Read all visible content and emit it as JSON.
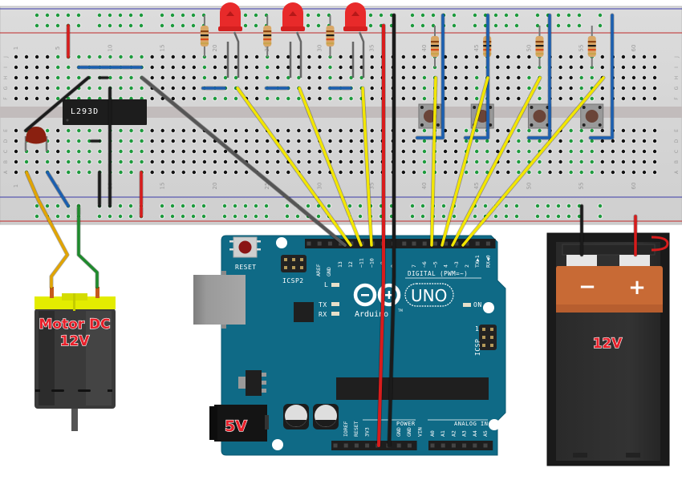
{
  "diagram": {
    "title": "Arduino UNO + L293D DC motor control with LEDs and pushbuttons",
    "colors": {
      "board_blue": "#0f6a86",
      "wire_yellow": "#f2e600",
      "wire_red": "#d81c1c",
      "wire_black": "#1b1b1b",
      "wire_blue": "#1b5fb0",
      "wire_green": "#1e8a2c",
      "wire_orange": "#e1a400",
      "led_red": "#e82a2a",
      "breadboard": "#d9d9d9"
    }
  },
  "breadboard": {
    "column_labels": [
      "1",
      "5",
      "10",
      "15",
      "20",
      "25",
      "30",
      "35",
      "40",
      "45",
      "50",
      "55",
      "60"
    ],
    "row_labels_top": [
      "J",
      "I",
      "H",
      "G",
      "F"
    ],
    "row_labels_bottom": [
      "E",
      "D",
      "C",
      "B",
      "A"
    ],
    "chip": {
      "label": "L293D"
    },
    "leds_count": 3,
    "pushbuttons_count": 4,
    "resistors_count": 7,
    "capacitor": "ceramic"
  },
  "arduino": {
    "model_badge": "UNO",
    "brand": "Arduino",
    "trademark": "TM",
    "reset_label": "RESET",
    "icsp2_label": "ICSP2",
    "icsp_label": "ICSP",
    "icsp_pin1_label": "1",
    "led_L_label": "L",
    "led_TX_label": "TX",
    "led_RX_label": "RX",
    "led_ON_label": "ON",
    "digital_header_label": "DIGITAL (PWM=~)",
    "power_header_label": "POWER",
    "analog_header_label": "ANALOG IN",
    "aref_label": "AREF",
    "gnd_label": "GND",
    "digital_pins_left": [
      "13",
      "12",
      "~11",
      "~10",
      "~9",
      "8"
    ],
    "digital_pins_right": [
      "7",
      "~6",
      "~5",
      "4",
      "~3",
      "2",
      "TX▶1",
      "RX◀0"
    ],
    "power_pins": [
      "IOREF",
      "RESET",
      "3V3",
      "5V",
      "GND",
      "GND",
      "VIN"
    ],
    "analog_pins": [
      "A0",
      "A1",
      "A2",
      "A3",
      "A4",
      "A5"
    ],
    "barrel_jack_label": "5V"
  },
  "motor": {
    "line1": "Motor DC",
    "line2": "12V"
  },
  "battery": {
    "label": "12V",
    "minus_symbol": "−",
    "plus_symbol": "+"
  }
}
